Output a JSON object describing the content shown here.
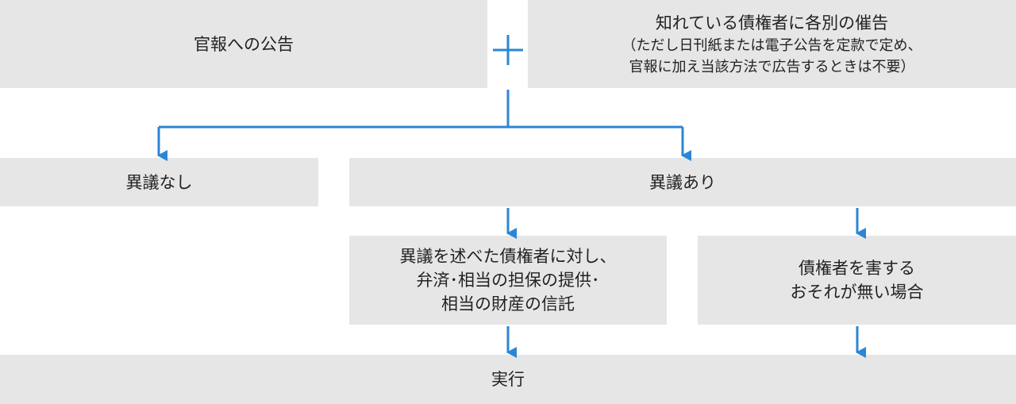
{
  "colors": {
    "box_fill": "#e6e6e6",
    "connector": "#2b86d6",
    "text": "#222222"
  },
  "icons": {
    "plus": "plus-icon",
    "arrow": "arrow-down-icon"
  },
  "boxes": {
    "koho": {
      "label": "官報への公告"
    },
    "saiken": {
      "title": "知れている債権者に各別の催告",
      "note_lines": [
        "（ただし日刊紙または電子公告を定款で定め、",
        "官報に加え当該方法で広告するときは不要）"
      ]
    },
    "nashi": {
      "label": "異議なし"
    },
    "ari": {
      "label": "異議あり"
    },
    "bensai": {
      "lines": [
        "異議を述べた債権者に対し、",
        "弁済･相当の担保の提供･",
        "相当の財産の信託"
      ]
    },
    "osore": {
      "lines": [
        "債権者を害する",
        "おそれが無い場合"
      ]
    },
    "jikko": {
      "label": "実行"
    }
  }
}
